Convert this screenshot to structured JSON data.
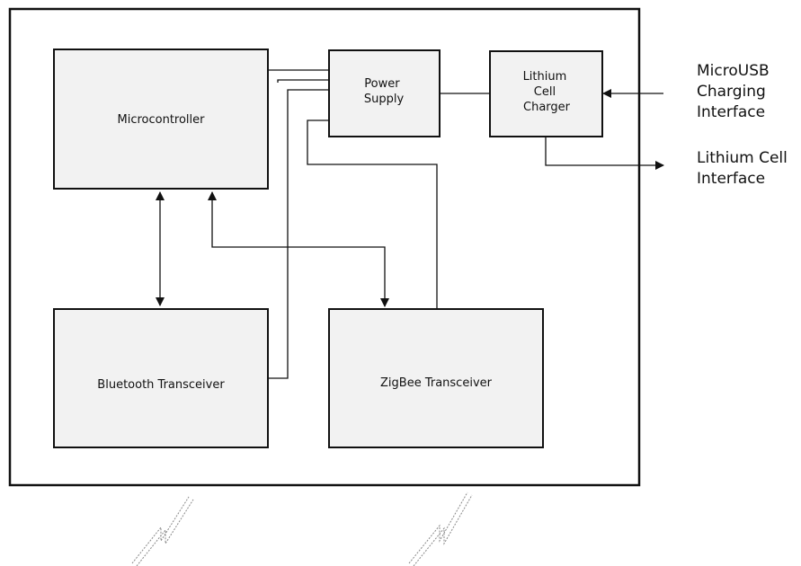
{
  "blocks": {
    "microcontroller": "Microcontroller",
    "power_supply": [
      "Power",
      "Supply"
    ],
    "charger": [
      "Lithium",
      "Cell",
      "Charger"
    ],
    "bluetooth": "Bluetooth Transceiver",
    "zigbee": "ZigBee Transceiver"
  },
  "interfaces": {
    "microusb": [
      "MicroUSB",
      "Charging",
      "Interface"
    ],
    "lithium_cell": [
      "Lithium Cell",
      "Interface"
    ]
  },
  "colors": {
    "block_fill": "#f2f2f2",
    "stroke": "#111111",
    "antenna": "#888888"
  }
}
